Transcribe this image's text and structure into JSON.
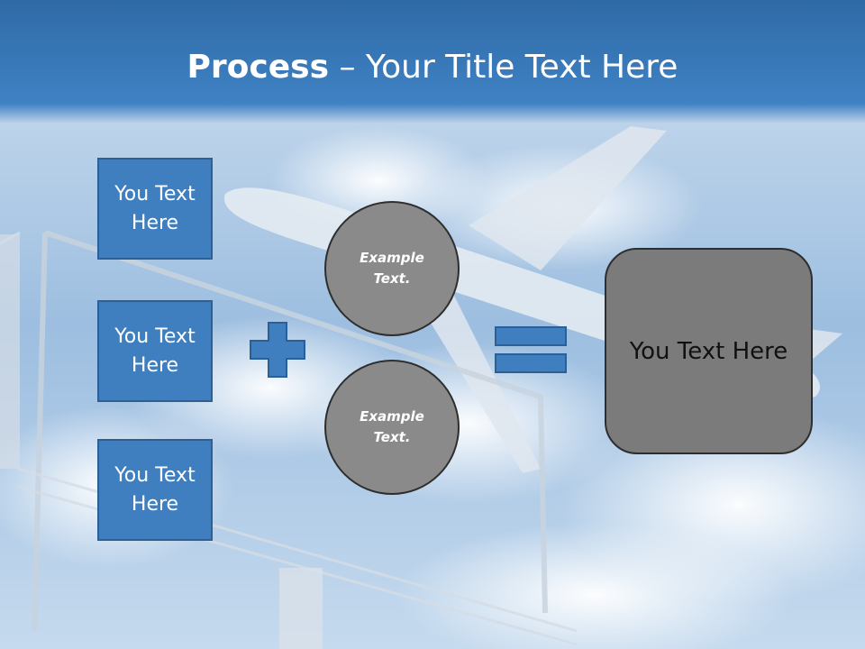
{
  "slide": {
    "title_bold": "Process",
    "title_rest": " – Your Title Text Here"
  },
  "left_boxes": [
    {
      "text": "You Text Here"
    },
    {
      "text": "You Text Here"
    },
    {
      "text": "You Text Here"
    }
  ],
  "circles": [
    {
      "text": "Example Text."
    },
    {
      "text": "Example Text."
    }
  ],
  "result": {
    "text": "You Text Here"
  },
  "operators": {
    "plus": "plus-icon",
    "equals": "equals-icon"
  },
  "colors": {
    "header_blue": "#3a7ab8",
    "box_fill": "#3f7fc0",
    "box_border": "#2b5f98",
    "circle_fill": "#8a8a8a",
    "result_fill": "#7b7b7b"
  }
}
